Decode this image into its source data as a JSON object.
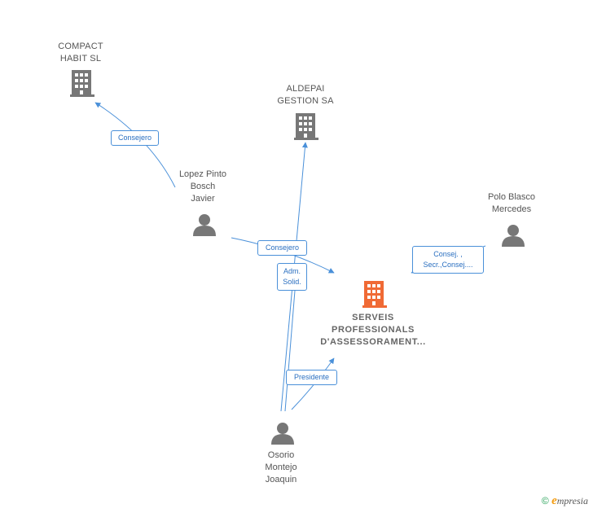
{
  "nodes": {
    "compact_habit": {
      "line1": "COMPACT",
      "line2": "HABIT SL"
    },
    "aldepai": {
      "line1": "ALDEPAI",
      "line2": "GESTION SA"
    },
    "serveis": {
      "line1": "SERVEIS",
      "line2": "PROFESSIONALS",
      "line3": "D'ASSESSORAMENT..."
    },
    "lopez": {
      "line1": "Lopez Pinto",
      "line2": "Bosch",
      "line3": "Javier"
    },
    "polo": {
      "line1": "Polo Blasco",
      "line2": "Mercedes"
    },
    "osorio": {
      "line1": "Osorio",
      "line2": "Montejo",
      "line3": "Joaquin"
    }
  },
  "edges": {
    "lopez_compact": "Consejero",
    "lopez_serveis": "Consejero",
    "osorio_aldepai_1": "Adm.",
    "osorio_aldepai_2": "Solid.",
    "osorio_serveis": "Presidente",
    "polo_serveis_1": "Consej. ,",
    "polo_serveis_2": "Secr.,Consej...."
  },
  "colors": {
    "edge": "#4a90d9",
    "building_gray": "#777777",
    "building_main": "#f06a35",
    "person": "#777777"
  },
  "footer": {
    "copyright": "©",
    "brand_e": "e",
    "brand_rest": "mpresia"
  }
}
